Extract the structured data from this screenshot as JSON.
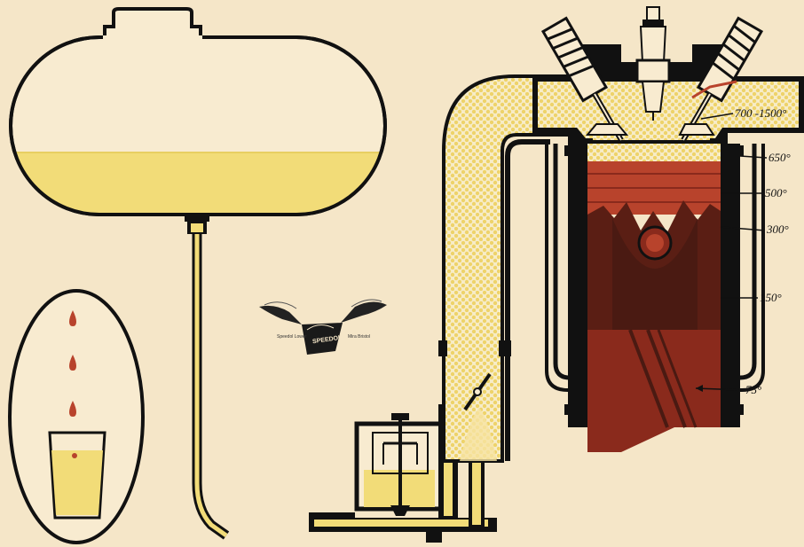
{
  "temperature_labels": {
    "head": "700 -1500°",
    "t650": "650°",
    "t500": "500°",
    "t300": "300°",
    "t150": "150°",
    "t75": "75°"
  },
  "logo": {
    "brand": "SPEEDOL",
    "left_caption": "Speedol Lower",
    "right_caption": "Mira Bristol"
  },
  "colors": {
    "background": "#f5e6c8",
    "fuel": "#f2dc78",
    "piston_hot": "#b8432c",
    "piston_dark": "#5a1e14",
    "piston_mid": "#8a2a1c",
    "outline": "#111111"
  }
}
